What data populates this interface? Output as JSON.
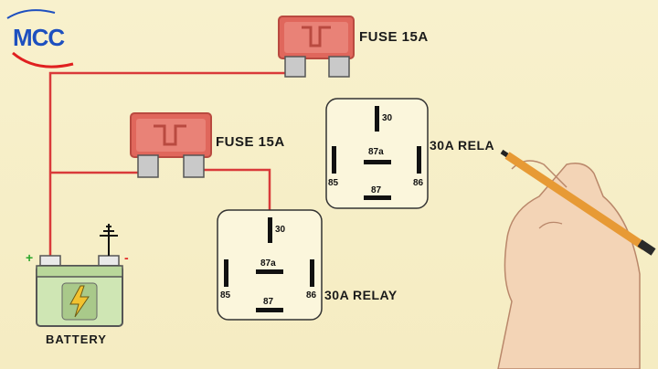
{
  "logo": {
    "text": "MCC"
  },
  "fuses": [
    {
      "label": "FUSE 15A"
    },
    {
      "label": "FUSE 15A"
    }
  ],
  "relays": [
    {
      "label": "30A RELA",
      "pins": {
        "p30": "30",
        "p87a": "87a",
        "p87": "87",
        "p85": "85",
        "p86": "86"
      }
    },
    {
      "label": "30A RELAY",
      "pins": {
        "p30": "30",
        "p87a": "87a",
        "p87": "87",
        "p85": "85",
        "p86": "86"
      }
    }
  ],
  "battery": {
    "label": "BATTERY",
    "plus": "+",
    "minus": "-"
  },
  "colors": {
    "wire": "#d93a3a",
    "fuse": "#e0675c",
    "fuse_dark": "#b94a40",
    "battery": "#cfe6b4",
    "logo": "#1d4fbf",
    "plus": "#2aa52a",
    "minus": "#e02020"
  }
}
